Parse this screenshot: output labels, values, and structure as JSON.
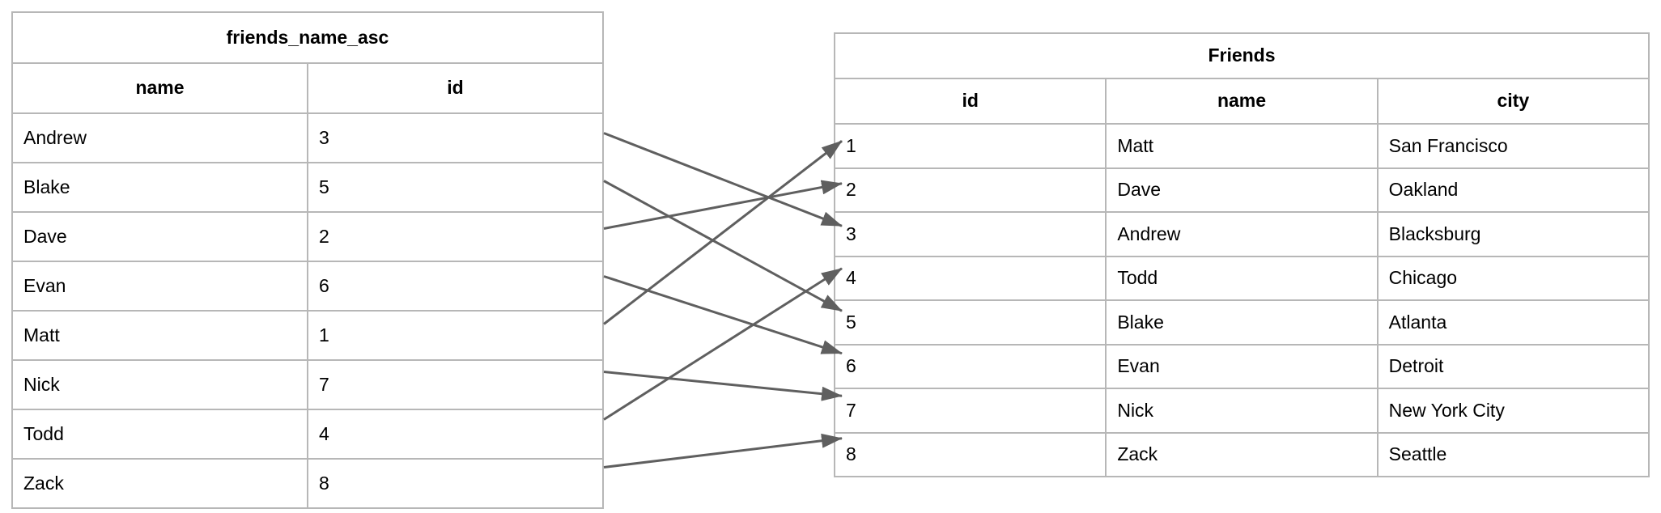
{
  "diagram": {
    "left_table": {
      "title": "friends_name_asc",
      "columns": [
        "name",
        "id"
      ],
      "rows": [
        [
          "Andrew",
          "3"
        ],
        [
          "Blake",
          "5"
        ],
        [
          "Dave",
          "2"
        ],
        [
          "Evan",
          "6"
        ],
        [
          "Matt",
          "1"
        ],
        [
          "Nick",
          "7"
        ],
        [
          "Todd",
          "4"
        ],
        [
          "Zack",
          "8"
        ]
      ]
    },
    "right_table": {
      "title": "Friends",
      "columns": [
        "id",
        "name",
        "city"
      ],
      "rows": [
        [
          "1",
          "Matt",
          "San Francisco"
        ],
        [
          "2",
          "Dave",
          "Oakland"
        ],
        [
          "3",
          "Andrew",
          "Blacksburg"
        ],
        [
          "4",
          "Todd",
          "Chicago"
        ],
        [
          "5",
          "Blake",
          "Atlanta"
        ],
        [
          "6",
          "Evan",
          "Detroit"
        ],
        [
          "7",
          "Nick",
          "New York City"
        ],
        [
          "8",
          "Zack",
          "Seattle"
        ]
      ]
    },
    "arrows": [
      {
        "from_name": "Andrew",
        "to_id": "3"
      },
      {
        "from_name": "Blake",
        "to_id": "5"
      },
      {
        "from_name": "Dave",
        "to_id": "2"
      },
      {
        "from_name": "Evan",
        "to_id": "6"
      },
      {
        "from_name": "Matt",
        "to_id": "1"
      },
      {
        "from_name": "Nick",
        "to_id": "7"
      },
      {
        "from_name": "Todd",
        "to_id": "4"
      },
      {
        "from_name": "Zack",
        "to_id": "8"
      }
    ],
    "colors": {
      "background": "#ffffff",
      "table_border": "#b7b7b7",
      "text": "#000000",
      "arrow": "#5f5f5f"
    }
  }
}
